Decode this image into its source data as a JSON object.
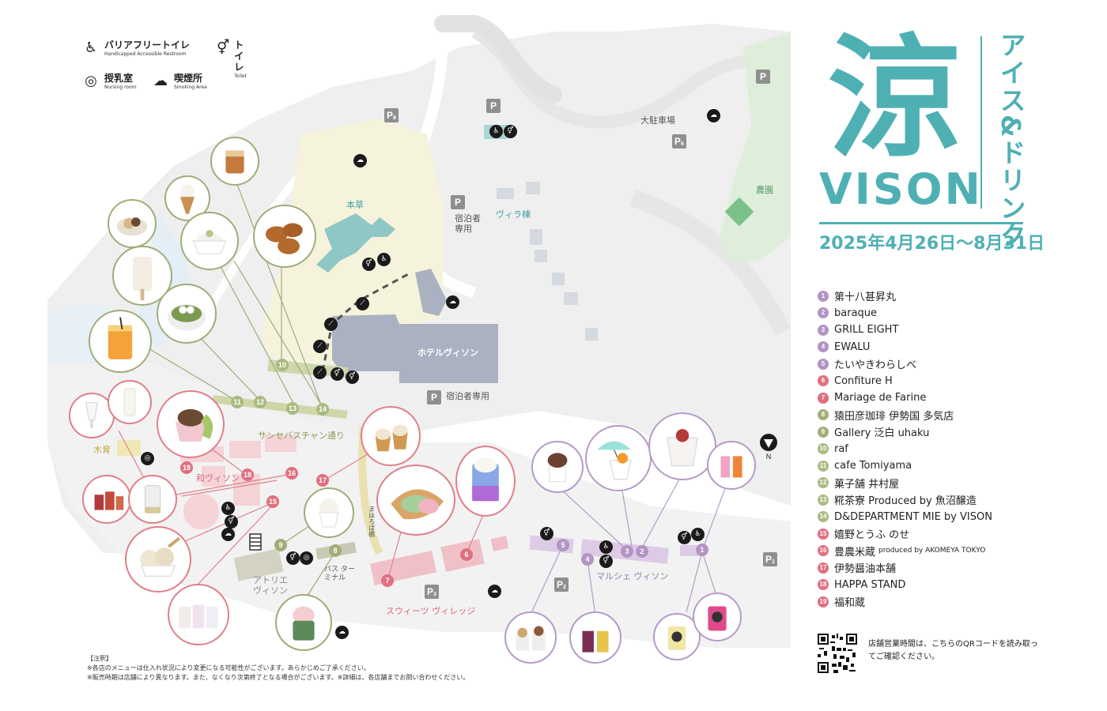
{
  "legend": {
    "accessible_jp": "バリアフリートイレ",
    "accessible_en": "Handicapped Accessible Restroom",
    "toilet_jp": "トイレ",
    "toilet_en": "Toilet",
    "nursing_jp": "授乳室",
    "nursing_en": "Nursing room",
    "smoking_jp": "喫煙所",
    "smoking_en": "Smoking Area"
  },
  "map": {
    "labels": {
      "honzo": "本草",
      "villa": "ヴィラ棟",
      "guest_only_1": "宿泊者専用",
      "guest_only_2": "宿泊者専用",
      "large_parking": "大駐車場",
      "farm": "農園",
      "hotel": "ホテルヴィソン",
      "street": "サンセバスチャン通り",
      "mokuiku": "木育",
      "wa_vison": "和ヴィソン",
      "atelier": "アトリエ ヴィソン",
      "bus_terminal": "バス ターミナル",
      "sweets_village": "スウィーツ ヴィレッジ",
      "marche": "マルシェ ヴィソン",
      "mahoroba": "まほろば橋",
      "north": "N"
    },
    "parking": {
      "p_top_right": "P",
      "p8": "8",
      "p_villa": "P",
      "p6": "6",
      "p_guest": "P",
      "p_hotel": "P",
      "p3": "3",
      "p2": "2",
      "p1": "1",
      "p_letter": "P"
    },
    "markers": [
      "1",
      "2",
      "3",
      "4",
      "5",
      "6",
      "7",
      "8",
      "9",
      "10",
      "11",
      "12",
      "13",
      "14",
      "15",
      "16",
      "17",
      "18",
      "19"
    ]
  },
  "title": {
    "kanji": "涼",
    "brand": "VISON",
    "subtitle": "アイス&ドリンク",
    "dates": "2025年4月26日〜8月31日"
  },
  "stores": [
    {
      "num": "1",
      "name": "第十八甚昇丸",
      "color": "#b394c3"
    },
    {
      "num": "2",
      "name": "baraque",
      "color": "#b394c3"
    },
    {
      "num": "3",
      "name": "GRILL EIGHT",
      "color": "#b394c3"
    },
    {
      "num": "4",
      "name": "EWALU",
      "color": "#b394c3"
    },
    {
      "num": "5",
      "name": "たいやきわらしべ",
      "color": "#b394c3"
    },
    {
      "num": "6",
      "name": "Confiture H",
      "color": "#e0707f"
    },
    {
      "num": "7",
      "name": "Mariage de Farine",
      "color": "#e0707f"
    },
    {
      "num": "8",
      "name": "猿田彦珈琲 伊勢国 多気店",
      "color": "#a4ac78"
    },
    {
      "num": "9",
      "name": "Gallery 泛白 uhaku",
      "color": "#a4ac78"
    },
    {
      "num": "10",
      "name": "raf",
      "color": "#a9bb80"
    },
    {
      "num": "11",
      "name": "cafe Tomiyama",
      "color": "#a9bb80"
    },
    {
      "num": "12",
      "name": "菓子舗 井村屋",
      "color": "#a9bb80"
    },
    {
      "num": "13",
      "name": "糀茶寮 Produced by 魚沼醸造",
      "color": "#a9bb80"
    },
    {
      "num": "14",
      "name": "D&DEPARTMENT MIE by VISON",
      "color": "#a9bb80"
    },
    {
      "num": "15",
      "name": "嬉野とうふ のせ",
      "color": "#e0707f"
    },
    {
      "num": "16",
      "name": "豊農米蔵",
      "note": "produced by AKOMEYA TOKYO",
      "color": "#e0707f"
    },
    {
      "num": "17",
      "name": "伊勢醤油本舗",
      "color": "#e0707f"
    },
    {
      "num": "18",
      "name": "HAPPA STAND",
      "color": "#e0707f"
    },
    {
      "num": "19",
      "name": "福和蔵",
      "color": "#e0707f"
    }
  ],
  "notes": {
    "heading": "【注釈】",
    "line1": "※各店のメニューは仕入れ状況により変更になる可能性がございます。あらかじめご了承ください。",
    "line2": "※販売時期は店舗により異なります。また、なくなり次第終了となる場合がございます。※詳細は、各店舗までお問い合わせください。"
  },
  "qr_text": "店舗営業時間は、こちらのQRコードを読み取ってご確認ください。",
  "colors": {
    "brand_teal": "#4fb0b4",
    "purple": "#b394c3",
    "pink": "#e0707f",
    "olive": "#a4ac78",
    "green": "#a9bb80"
  }
}
